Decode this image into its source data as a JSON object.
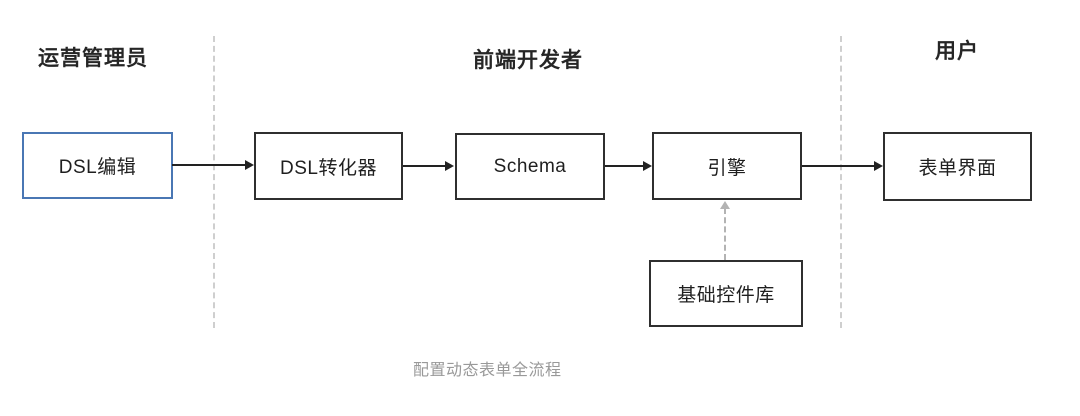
{
  "diagram": {
    "title_caption": "配置动态表单全流程",
    "lanes": [
      {
        "label": "运营管理员"
      },
      {
        "label": "前端开发者"
      },
      {
        "label": "用户"
      }
    ],
    "nodes": [
      {
        "id": "dsl-editor",
        "label": "DSL编辑",
        "border": "#4a77b4"
      },
      {
        "id": "dsl-converter",
        "label": "DSL转化器",
        "border": "#2f2f2f"
      },
      {
        "id": "schema",
        "label": "Schema",
        "border": "#2f2f2f"
      },
      {
        "id": "engine",
        "label": "引擎",
        "border": "#2f2f2f"
      },
      {
        "id": "form-ui",
        "label": "表单界面",
        "border": "#2f2f2f"
      },
      {
        "id": "base-widget-library",
        "label": "基础控件库",
        "border": "#2f2f2f"
      }
    ],
    "edges": [
      {
        "from": "dsl-editor",
        "to": "dsl-converter",
        "style": "solid"
      },
      {
        "from": "dsl-converter",
        "to": "schema",
        "style": "solid"
      },
      {
        "from": "schema",
        "to": "engine",
        "style": "solid"
      },
      {
        "from": "engine",
        "to": "form-ui",
        "style": "solid"
      },
      {
        "from": "base-widget-library",
        "to": "engine",
        "style": "dashed"
      }
    ],
    "colors": {
      "node_border": "#2f2f2f",
      "highlight_border": "#4a77b4",
      "solid_arrow": "#222222",
      "dashed_arrow": "#b3b3b3",
      "lane_divider": "#cfcfcf",
      "caption_text": "#999999",
      "label_text": "#262626",
      "background": "#ffffff"
    }
  }
}
